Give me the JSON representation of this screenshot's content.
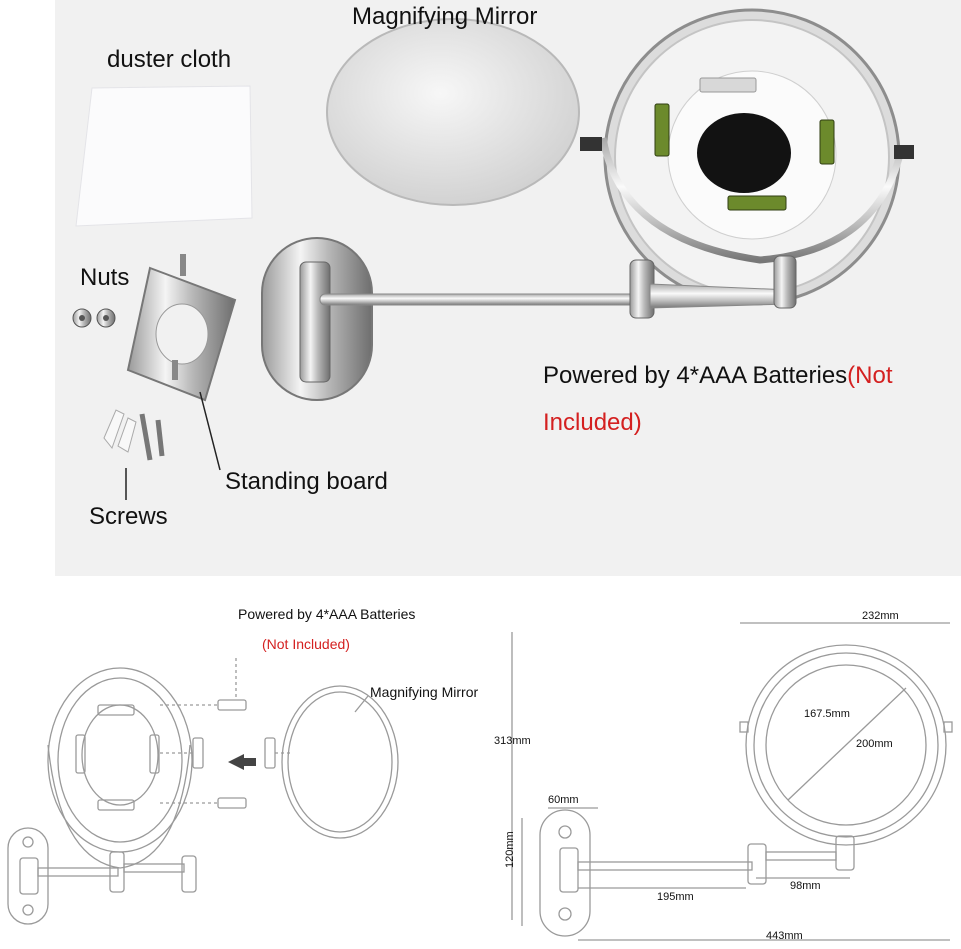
{
  "photo": {
    "duster_cloth": "duster cloth",
    "magnifying_mirror": "Magnifying Mirror",
    "nuts": "Nuts",
    "standing_board": "Standing board",
    "screws": "Screws",
    "powered_main": "Powered by 4*AAA Batteries",
    "powered_not": "(Not",
    "powered_included": "Included)"
  },
  "diagram": {
    "powered": "Powered by 4*AAA Batteries",
    "not_included": "(Not Included)",
    "magnifying_mirror": "Magnifying Mirror"
  },
  "dimensions": {
    "d232": "232mm",
    "d313": "313mm",
    "d167": "167.5mm",
    "d200": "200mm",
    "d60": "60mm",
    "d120": "120mm",
    "d195": "195mm",
    "d98": "98mm",
    "d443": "443mm"
  },
  "colors": {
    "accent_red": "#d42020",
    "panel": "#f1f1f1"
  }
}
